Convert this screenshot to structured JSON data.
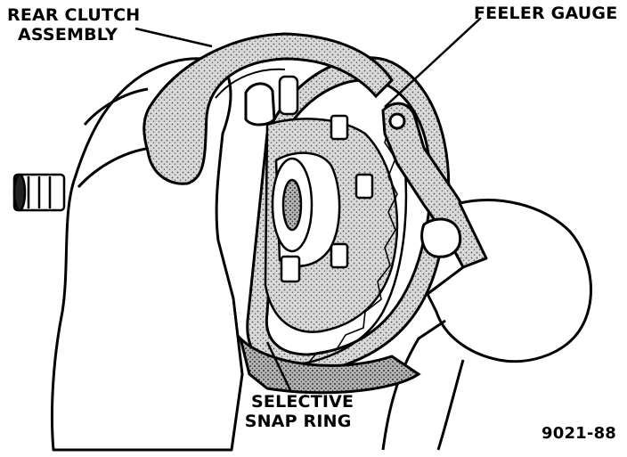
{
  "labels": {
    "rear_clutch_line1": "REAR CLUTCH",
    "rear_clutch_line2": "ASSEMBLY",
    "feeler_gauge": "FEELER GAUGE",
    "snap_ring_line1": "SELECTIVE",
    "snap_ring_line2": "SNAP RING",
    "figure_number": "9021-88"
  },
  "colors": {
    "ink": "#000000",
    "paper": "#ffffff",
    "stipple": "#b8b8b8",
    "stipple_dark": "#8a8a8a"
  }
}
